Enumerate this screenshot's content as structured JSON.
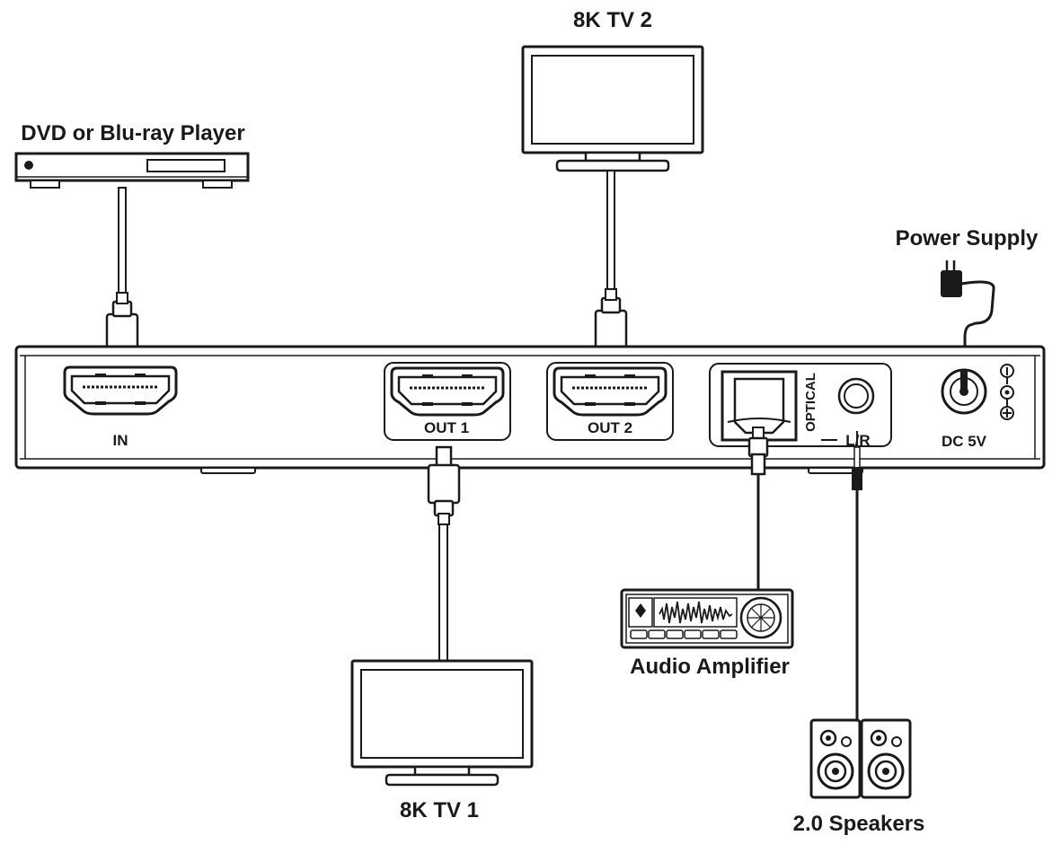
{
  "devices": {
    "source_label": "DVD or Blu-ray Player",
    "tv2_label": "8K TV 2",
    "tv1_label": "8K TV 1",
    "power_label": "Power Supply",
    "amp_label": "Audio Amplifier",
    "speakers_label": "2.0 Speakers"
  },
  "ports": {
    "in": "IN",
    "out1": "OUT 1",
    "out2": "OUT 2",
    "optical": "OPTICAL",
    "lr": "L/R",
    "dc": "DC 5V"
  },
  "colors": {
    "stroke": "#1a1a1a",
    "fill": "#ffffff",
    "shade": "#dcdcdc"
  }
}
